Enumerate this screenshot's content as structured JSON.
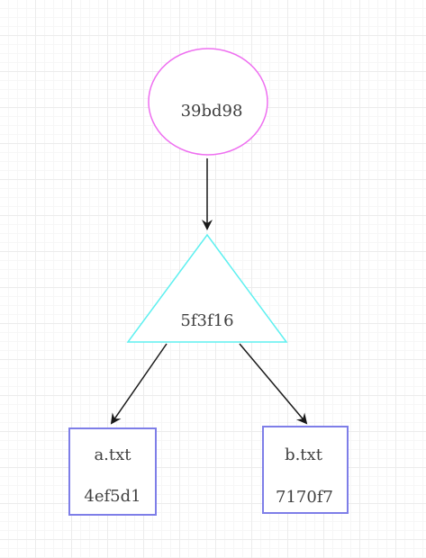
{
  "diagram": {
    "nodes": [
      {
        "id": "commit",
        "shape": "ellipse",
        "label": "39bd98",
        "stroke": "#ee6ff0"
      },
      {
        "id": "tree",
        "shape": "triangle",
        "label": "5f3f16",
        "stroke": "#5ef0f0"
      },
      {
        "id": "blob-a",
        "shape": "rect",
        "label_top": "a.txt",
        "label_bottom": "4ef5d1",
        "stroke": "#7e7ee8"
      },
      {
        "id": "blob-b",
        "shape": "rect",
        "label_top": "b.txt",
        "label_bottom": "7170f7",
        "stroke": "#7e7ee8"
      }
    ],
    "edges": [
      {
        "from": "commit",
        "to": "tree"
      },
      {
        "from": "tree",
        "to": "blob-a"
      },
      {
        "from": "tree",
        "to": "blob-b"
      }
    ],
    "edge_color": "#1a1a1a"
  }
}
